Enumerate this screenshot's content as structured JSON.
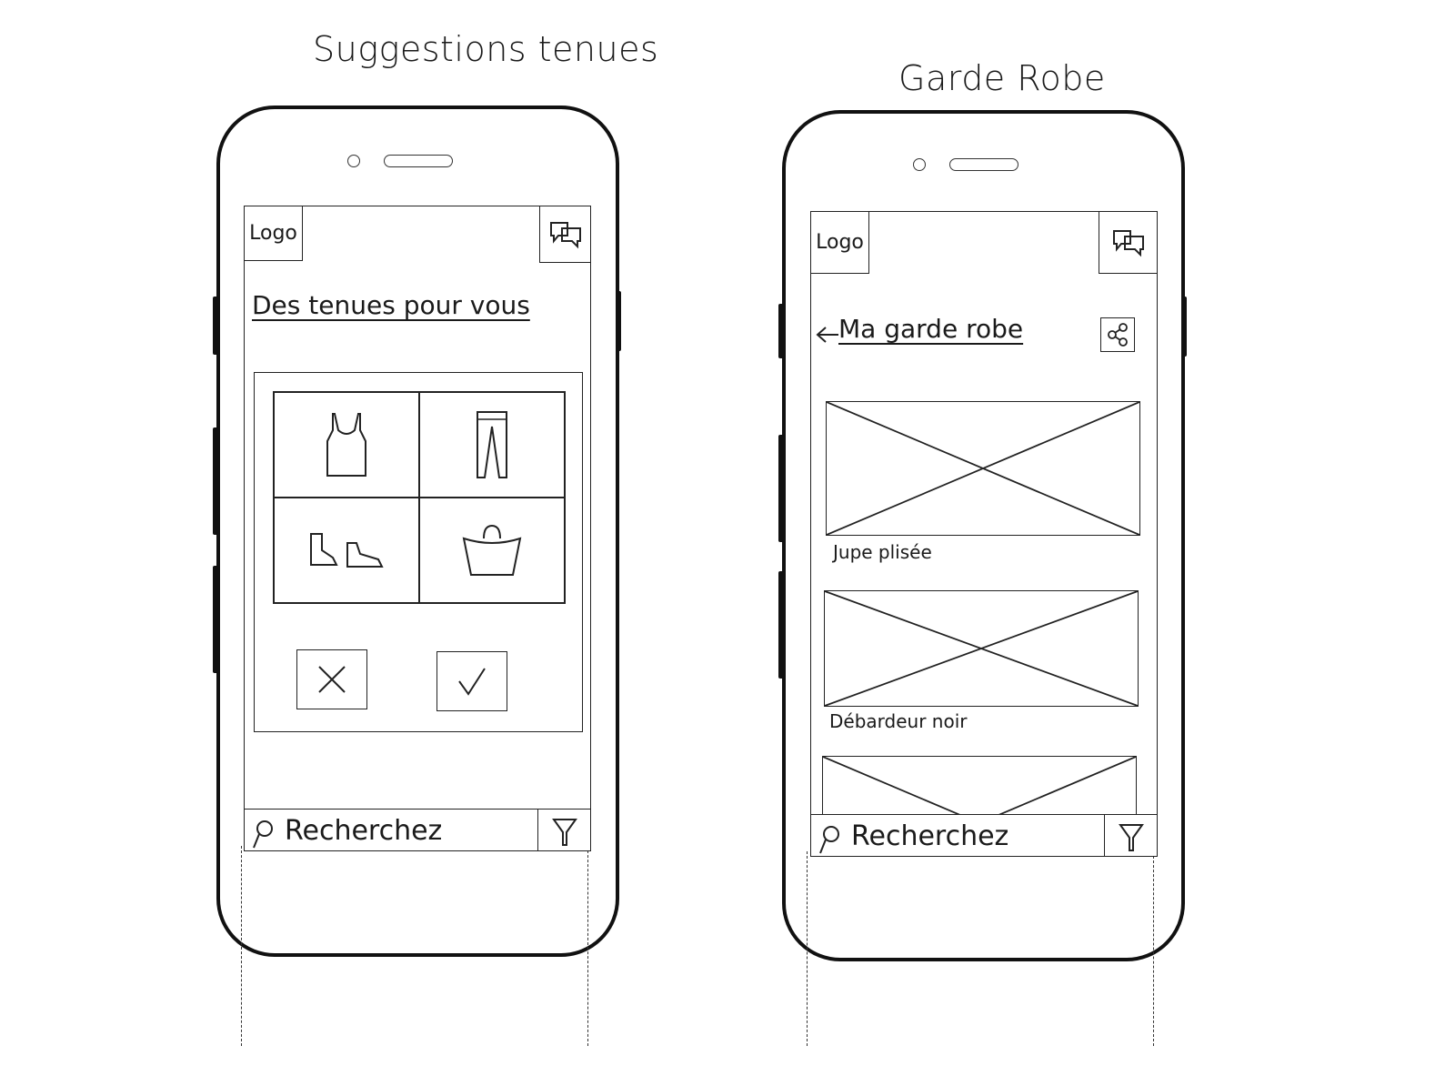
{
  "screens": [
    {
      "title": "Suggestions tenues",
      "header": {
        "logo": "Logo",
        "chat_icon": "chat-icon"
      },
      "heading": "Des tenues pour vous",
      "outfit_items": [
        "top-icon",
        "pants-icon",
        "shoes-icon",
        "bag-icon"
      ],
      "actions": {
        "reject_icon": "close-icon",
        "accept_icon": "check-icon"
      },
      "search": {
        "placeholder": "Recherchez",
        "filter_icon": "filter-icon"
      }
    },
    {
      "title": "Garde Robe",
      "header": {
        "logo": "Logo",
        "chat_icon": "chat-icon"
      },
      "heading": "Ma garde robe",
      "back_icon": "arrow-left-icon",
      "share_icon": "share-icon",
      "items": [
        {
          "label": "Jupe plisée"
        },
        {
          "label": "Débardeur noir"
        },
        {
          "label": ""
        }
      ],
      "search": {
        "placeholder": "Recherchez",
        "filter_icon": "filter-icon"
      }
    }
  ]
}
